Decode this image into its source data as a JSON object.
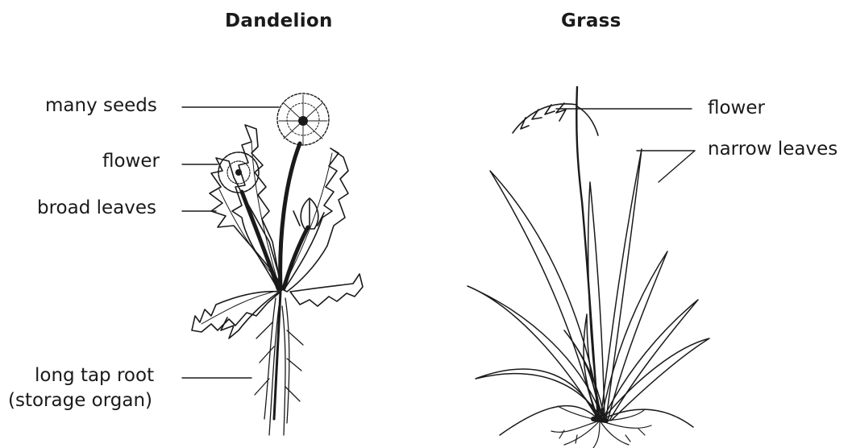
{
  "dandelion": {
    "title": "Dandelion",
    "labels": {
      "many_seeds": "many seeds",
      "flower": "flower",
      "broad_leaves": "broad leaves",
      "tap_root_line1": "long tap root",
      "tap_root_line2": "(storage organ)"
    }
  },
  "grass": {
    "title": "Grass",
    "labels": {
      "flower": "flower",
      "narrow_leaves": "narrow leaves"
    }
  }
}
